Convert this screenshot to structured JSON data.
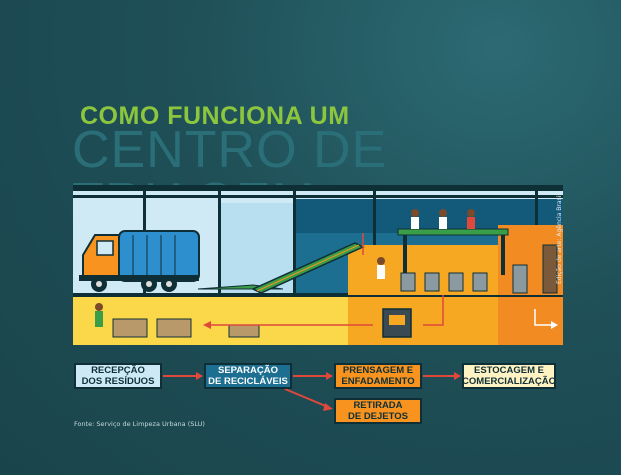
{
  "title": {
    "line1": "COMO FUNCIONA UM",
    "line2": "CENTRO DE TRIAGEM"
  },
  "credit": "Edição de arte: Agência Brasil",
  "steps": {
    "recepcao": {
      "line1": "RECEPÇÃO",
      "line2": "DOS RESÍDUOS"
    },
    "separacao": {
      "line1": "SEPARAÇÃO",
      "line2": "DE RECICLÁVEIS"
    },
    "prensagem": {
      "line1": "PRENSAGEM E",
      "line2": "ENFADAMENTO"
    },
    "estocagem": {
      "line1": "ESTOCAGEM E",
      "line2": "COMERCIALIZAÇÃO"
    },
    "retirada": {
      "line1": "RETIRADA",
      "line2": "DE DEJETOS"
    }
  },
  "source": "Fonte: Serviço de Limpeza Urbana (SLU)",
  "colors": {
    "background": "#1f4f57",
    "title_green": "#8cc63f",
    "title_teal": "#2a6f78",
    "box_light": "#cde9f6",
    "box_blue": "#1d6f92",
    "box_orange": "#f7931e",
    "box_cream": "#fff3c4",
    "arrow_red": "#e0483c",
    "truck_blue": "#2e8fcf",
    "floor_yellow": "#fbd84a"
  }
}
